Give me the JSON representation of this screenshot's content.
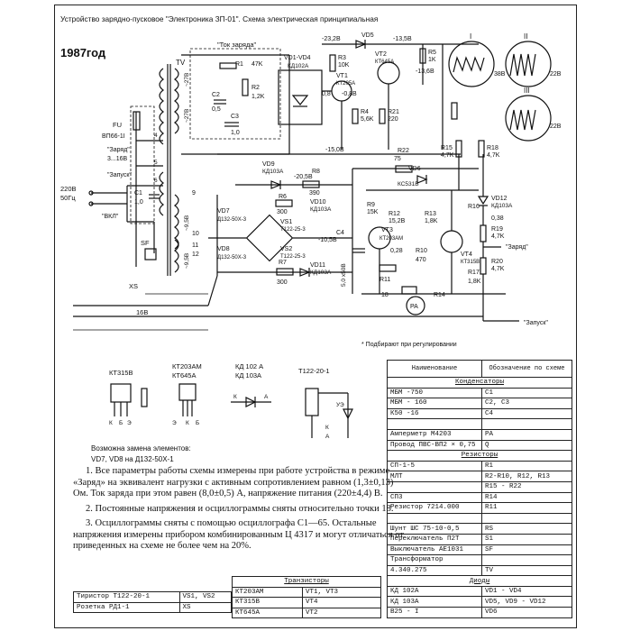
{
  "header": {
    "title": "Устройство зарядно-пусковое \"Электроника ЗП-01\". Схема электрическая принципиальная",
    "year": "1987год"
  },
  "schematic_labels": {
    "tv": "TV",
    "fu": "FU",
    "fu_type": "ВП66-1I",
    "zaryad_switch": "\"Заряд\"",
    "zaryad_range": "3...16В",
    "zapusk_switch": "\"Запуск\"",
    "mains_voltage": "220В",
    "mains_freq": "50Гц",
    "vkl": "\"ВКЛ\"",
    "sf": "SF",
    "c1": "C1",
    "c1_val": "1,0",
    "r1": "R1",
    "r1_val": "47K",
    "r2": "R2",
    "r2_val": "1,2K",
    "c2": "C2",
    "c2_val": "0,5",
    "c3": "C3",
    "c3_val": "1,0",
    "tok_zaryada": "\"Ток заряда\"",
    "vd1_vd4": "VD1-VD4",
    "vd1_type": "КД102А",
    "vd5": "VD5",
    "r3": "R3",
    "r3_val": "10K",
    "vt1": "VT1",
    "vt1_type": "КТ205А",
    "vt2": "VT2",
    "vt2_type": "КТ645А",
    "r4": "R4",
    "r4_val": "5,6K",
    "r21": "R21",
    "r21_val": "220",
    "r5": "R5",
    "r5_val": "1K",
    "v_232": "-23,2В",
    "v_135": "-13,5В",
    "v_136": "-13,6В",
    "v_088": "-0,8В",
    "v_08": "0,8",
    "v_15": "-15,0В",
    "v_205": "-20,5В",
    "r8": "R8",
    "r8_val": "390",
    "r6": "R6",
    "r6_val": "300",
    "r22": "R22",
    "r22_val": "75",
    "r15": "R15",
    "r15_val": "4,7K",
    "r18": "R18",
    "r18_val": "4,7K",
    "vd6": "VD6",
    "vd6_type": "КС531В",
    "vd9": "VD9",
    "vd9_type": "КД103А",
    "vd10": "VD10",
    "vd10_type": "КД103А",
    "vd7": "VD7",
    "vd8": "VD8",
    "vd_type": "Д132-50Х-3",
    "vs1": "VS1",
    "vs2": "VS2",
    "vs_type": "Т122-25-3",
    "v_105": "-10,5В",
    "vd11": "VD11",
    "vd11_type": "КД103А",
    "r7": "R7",
    "r7_val": "300",
    "c4": "C4",
    "c4_val": "5,0 х50В",
    "vd12": "VD12",
    "vd12_type": "КД103А",
    "r19": "R19",
    "r19_val": "4,7K",
    "r20": "R20",
    "r20_val": "4,7K",
    "r9": "R9",
    "r9_val": "15K",
    "r12": "R12",
    "r12_val": "15,2В",
    "r10": "R10",
    "r10_val": "470",
    "r13": "R13",
    "r13_val": "1,8K",
    "r11": "R11",
    "r14": "R14",
    "r16": "R16",
    "r17": "R17",
    "r17_val": "1,8K",
    "vt3": "VT3",
    "vt3_type": "КТ203AM",
    "vt4": "VT4",
    "vt4_type": "КТ315В",
    "pa": "PA",
    "xs": "XS",
    "v16": "16В",
    "zaryad_right": "\"Заряд\"",
    "zapusk_right": "\"Запуск\"",
    "adjust_note": "* Подбирают при регулировании",
    "v_038": "0,38",
    "v_028": "0,28",
    "v_18": "18",
    "osc_i": "I",
    "osc_ii": "II",
    "osc_iii": "III",
    "osc_38v": "38В",
    "osc_22v_a": "22В",
    "osc_22v_b": "22В"
  },
  "packages": {
    "kt315": "КТ315В",
    "kt203": "КТ203АМ",
    "kt645": "КТ645А",
    "kd": "КД 102 А",
    "kd2": "КД 103А",
    "t122": "Т122-20-1",
    "pin_b": "Б",
    "pin_k": "К",
    "pin_e": "Э",
    "pin_a": "А",
    "pin_ue": "УЭ",
    "replace_note_1": "Возможна замена элементов:",
    "replace_note_2": "VD7, VD8 на Д132-50Х-1"
  },
  "notes": [
    "1. Все параметры работы схемы измерены при работе устройства в режиме «Заряд» на эквивалент нагрузки с активным сопротивлением равном (1,3±0,13) Ом. Ток заряда при этом равен (8,0±0,5) А, напряжение питания (220±4,4) В.",
    "2. Постоянные напряжения и осциллограммы сняты относительно точки 18.",
    "3. Осциллограммы сняты с помощью осциллографа С1—65. Остальные напряжения измерены прибором комбинированным Ц 4317 и могут отличаться от приведенных на схеме не более чем на 20%."
  ],
  "parts_table": {
    "col1": "Наименование",
    "col2": "Обозначение по схеме",
    "rows": [
      {
        "type": "section",
        "name": "Конденсаторы"
      },
      {
        "name": "МБМ -750",
        "ref": "C1"
      },
      {
        "name": "МБМ - 160",
        "ref": "C2, C3"
      },
      {
        "name": "К50 -16",
        "ref": "C4"
      },
      {
        "name": "",
        "ref": ""
      },
      {
        "name": "Амперметр М4203",
        "ref": "PA"
      },
      {
        "name": "Провод ПВС-ВП2 × 0,75",
        "ref": "Q"
      },
      {
        "type": "section",
        "name": "Резисторы"
      },
      {
        "name": "СП-1-5",
        "ref": "R1"
      },
      {
        "name": "МЛТ",
        "ref": "R2-R10, R12, R13"
      },
      {
        "name": "",
        "ref": "R15 - R22"
      },
      {
        "name": "СП3",
        "ref": "R14"
      },
      {
        "name": "Резистор 7214.000",
        "ref": "R11"
      },
      {
        "name": "",
        "ref": ""
      },
      {
        "name": "Шунт ШС 75-10-0,5",
        "ref": "RS"
      },
      {
        "name": "Переключатель П2Т",
        "ref": "S1"
      },
      {
        "name": "Выключатель АЕ1031",
        "ref": "SF"
      },
      {
        "name": "Трансформатор",
        "ref": ""
      },
      {
        "name": "4.340.275",
        "ref": "TV"
      },
      {
        "type": "section",
        "name": "Диоды"
      },
      {
        "name": "КД 102А",
        "ref": "VD1 - VD4"
      },
      {
        "name": "КД 103А",
        "ref": "VD5, VD9 - VD12"
      },
      {
        "name": "В25 - I",
        "ref": "VD6"
      }
    ]
  },
  "transistor_table": {
    "title": "Транзисторы",
    "rows": [
      {
        "name": "КТ203АМ",
        "ref": "VT1, VT3"
      },
      {
        "name": "КТ315В",
        "ref": "VT4"
      },
      {
        "name": "КТ645А",
        "ref": "VT2"
      }
    ]
  },
  "small_table": {
    "rows": [
      {
        "name": "Тиристор Т122-20-1",
        "ref": "VS1, VS2"
      },
      {
        "name": "Розетка РД1-1",
        "ref": "XS"
      }
    ]
  }
}
